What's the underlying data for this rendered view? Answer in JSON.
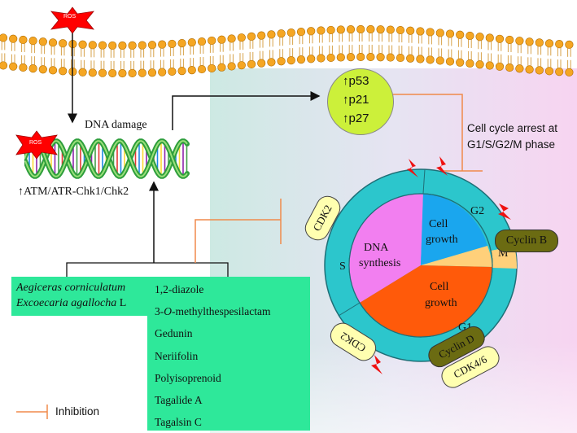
{
  "ros_label": "ROS",
  "ros_label_dna": "ROS",
  "dna_damage_label": "DNA damage",
  "atm_label": "↑ATM/ATR-Chk1/Chk2",
  "p53": "↑p53",
  "p21": "↑p21",
  "p27": "↑p27",
  "arrest_line1": "Cell cycle arrest at",
  "arrest_line2": "G1/S/G2/M phase",
  "species": [
    "Aegiceras corniculatum",
    "Excoecaria agallocha"
  ],
  "species_suffix": "L",
  "compounds": [
    "1,2-diazole",
    "3-O-methylthespesilactam",
    "Gedunin",
    "Neriifolin",
    "Polyisoprenoid",
    "Tagalide A",
    "Tagalsin C"
  ],
  "cell_cycle": {
    "phase_s": "S",
    "phase_g2": "G2",
    "phase_m": "M",
    "phase_g1": "G1",
    "dna_synthesis_1": "DNA",
    "dna_synthesis_2": "synthesis",
    "cell_growth_a1": "Cell",
    "cell_growth_a2": "growth",
    "cell_growth_b1": "Cell",
    "cell_growth_b2": "growth"
  },
  "labels": {
    "cdk2_top": "CDK2",
    "cdk2_bottom": "CDK2",
    "cyclin_b": "Cyclin B",
    "cyclin_d": "Cyclin D",
    "cdk46": "CDK4/6"
  },
  "legend_inhibition": "Inhibition",
  "colors": {
    "green_box": "#2ee89a",
    "inhibition": "#f08a4b",
    "p_circle": "#ccf03a",
    "ring": "#2cc6cc",
    "dna_synthesis": "#f27ff0",
    "growth_blue": "#1aa6ee",
    "growth_orange": "#ff5a0a",
    "m_phase": "#ffd07a",
    "label_yellow": "#ffffb0",
    "label_olive": "#6b6b12"
  }
}
